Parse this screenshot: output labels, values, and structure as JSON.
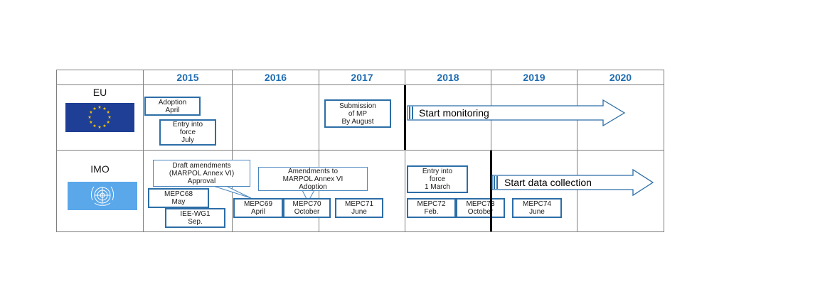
{
  "years": [
    "2015",
    "2016",
    "2017",
    "2018",
    "2019",
    "2020"
  ],
  "rows": {
    "eu": {
      "label": "EU",
      "boxes": [
        {
          "text": "Adoption\nApril"
        },
        {
          "text": "Entry into\nforce\nJuly"
        },
        {
          "text": "Submission\nof MP\nBy August"
        }
      ],
      "arrow": {
        "label": "Start monitoring"
      }
    },
    "imo": {
      "label": "IMO",
      "callouts": [
        {
          "text": "Draft amendments\n(MARPOL Annex VI)\nApproval"
        },
        {
          "text": "Amendments to\nMARPOL Annex VI\nAdoption"
        }
      ],
      "boxes": [
        {
          "text": "MEPC68\nMay"
        },
        {
          "text": "IEE-WG1\nSep."
        },
        {
          "text": "MEPC69\nApril"
        },
        {
          "text": "MEPC70\nOctober"
        },
        {
          "text": "MEPC71\nJune"
        },
        {
          "text": "Entry into\nforce\n1 March"
        },
        {
          "text": "MEPC72\nFeb."
        },
        {
          "text": "MEPC73\nOctober"
        },
        {
          "text": "MEPC74\nJune"
        }
      ],
      "arrow": {
        "label": "Start data collection"
      }
    }
  },
  "colors": {
    "year_text": "#1f6db2",
    "box_border": "#2c6ea7",
    "eu_flag": "#1f3f96",
    "eu_star": "#f2c500",
    "un_flag": "#5aa8ea"
  }
}
